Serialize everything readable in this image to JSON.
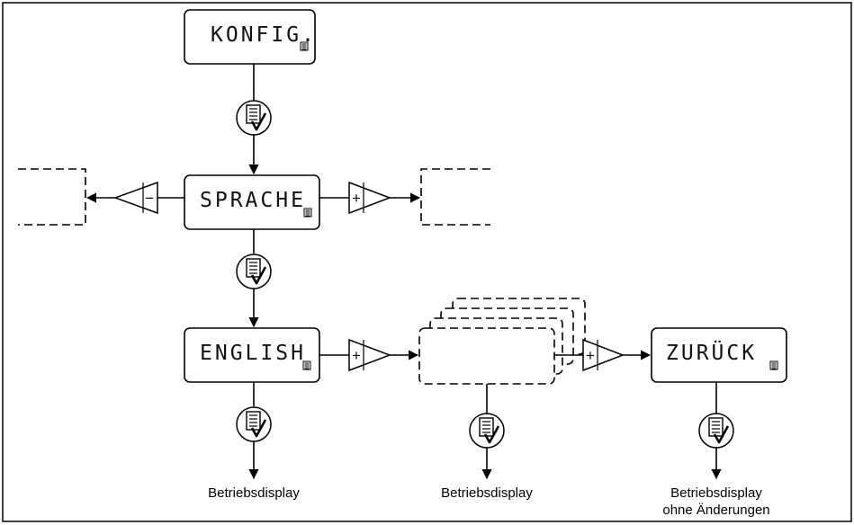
{
  "displays": {
    "konfig": "KONFIG.",
    "sprache": "SPRACHE",
    "english": "ENGLISH",
    "zurueck": "ZURÜCK"
  },
  "buttons": {
    "plus": "+",
    "minus": "−"
  },
  "labels": {
    "operating_display_1": "Betriebsdisplay",
    "operating_display_2": "Betriebsdisplay",
    "operating_display_3_line1": "Betriebsdisplay",
    "operating_display_3_line2": "ohne Änderungen"
  },
  "icons": {
    "display_indicator": "menu-indicator-icon",
    "enter_button": "menu-enter-check-icon",
    "plus_button": "plus-triangle-button",
    "minus_button": "minus-triangle-button"
  }
}
